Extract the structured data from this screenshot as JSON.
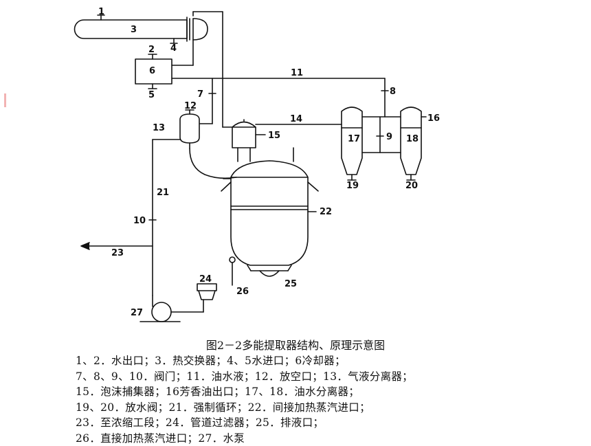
{
  "diagram": {
    "labels": {
      "n1": "1",
      "n2": "2",
      "n3": "3",
      "n4": "4",
      "n5": "5",
      "n6": "6",
      "n7": "7",
      "n8": "8",
      "n9": "9",
      "n10": "10",
      "n11": "11",
      "n12": "12",
      "n13": "13",
      "n14": "14",
      "n15": "15",
      "n16": "16",
      "n17": "17",
      "n18": "18",
      "n19": "19",
      "n20": "20",
      "n21": "21",
      "n22": "22",
      "n23": "23",
      "n24": "24",
      "n25": "25",
      "n26": "26",
      "n27": "27"
    }
  },
  "caption": "图2－2多能提取器结构、原理示意图",
  "legend": [
    "1、2．水出口；3．热交换器；4、5水进口；6冷却器；",
    "7、8、9、10．阀门；11．油水液；12．放空口；13．气液分离器；",
    "15．泡沫捕集器；16芳香油出口；17、18．油水分离器；",
    "19、20．放水阀；21．强制循环；22．间接加热蒸汽进口；",
    "23．至浓缩工段；24．管道过滤器；25．排液口；",
    "26．直接加热蒸汽进口；27．水泵"
  ]
}
